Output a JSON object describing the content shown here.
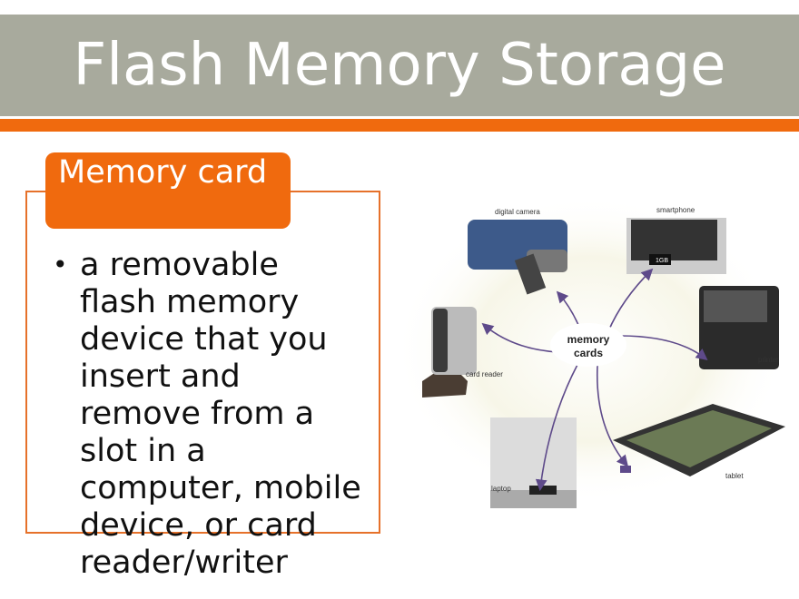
{
  "slide": {
    "title": "Flash Memory Storage",
    "section_label": "Memory card",
    "bullets": [
      "a removable flash memory device that you insert and remove from a slot in a computer, mobile device, or card reader/writer"
    ]
  },
  "diagram": {
    "center_label_line1": "memory",
    "center_label_line2": "cards",
    "devices": [
      "digital camera",
      "smartphone",
      "card reader",
      "printer",
      "laptop",
      "tablet"
    ],
    "smartphone_card_text": "1GB",
    "arrow_color": "#5e4a8a"
  },
  "colors": {
    "title_bar": "#a8aa9d",
    "accent": "#f06a0e"
  }
}
